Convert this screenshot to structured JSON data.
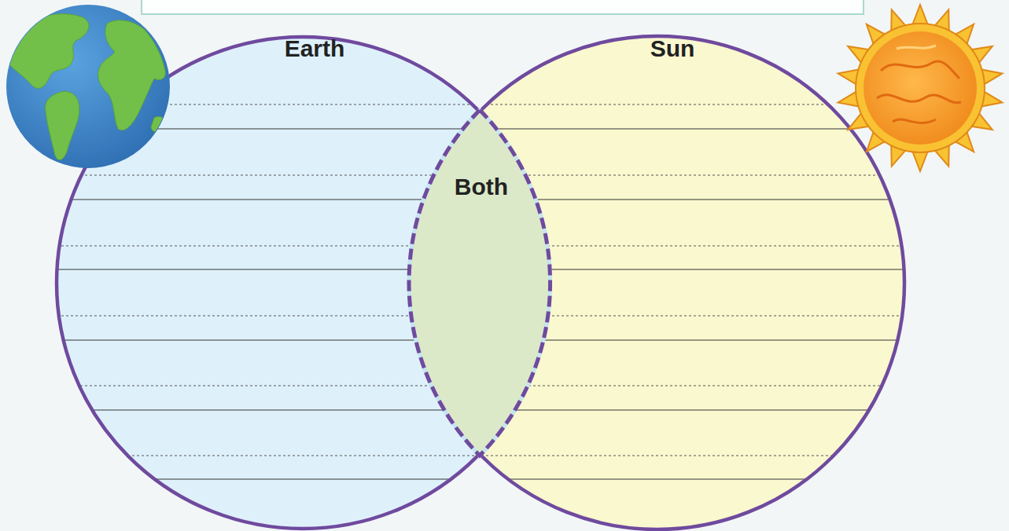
{
  "diagram": {
    "nodes": [
      {
        "text": [
          "Earth"
        ]
      },
      {
        "text": [
          "Both"
        ],
        "in": 0
      },
      {
        "text": [
          "Sun"
        ]
      }
    ]
  }
}
